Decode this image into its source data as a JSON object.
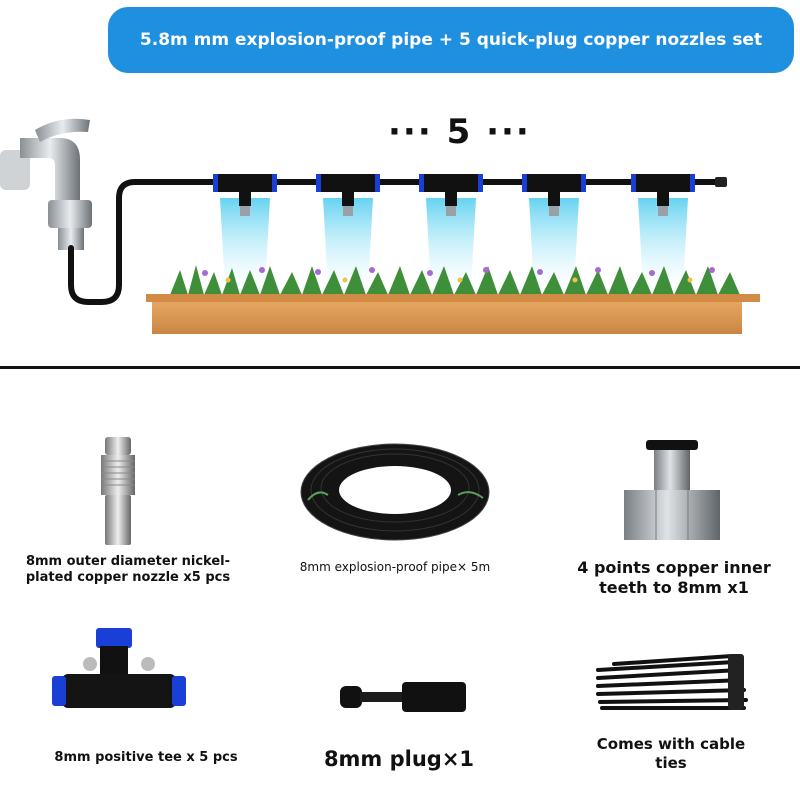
{
  "banner": {
    "title": "5.8m mm explosion-proof pipe + 5 quick-plug copper nozzles set"
  },
  "hero": {
    "count_label": "··· 5 ···"
  },
  "items": [
    {
      "id": "nozzle",
      "caption": "8mm outer diameter nickel-plated copper nozzle x5 pcs"
    },
    {
      "id": "pipe",
      "caption": "8mm explosion-proof pipe× 5m"
    },
    {
      "id": "adapter",
      "caption": "4 points copper inner teeth to 8mm x1"
    },
    {
      "id": "tee",
      "caption": "8mm positive tee x 5 pcs"
    },
    {
      "id": "plug",
      "caption": "8mm plug×1"
    },
    {
      "id": "ties",
      "caption": "Comes with cable ties"
    }
  ],
  "colors": {
    "banner": "#1f8fe0",
    "connector_ring": "#1a3fd6",
    "mist": "#7fd8f0",
    "planter": "#d99a55"
  }
}
